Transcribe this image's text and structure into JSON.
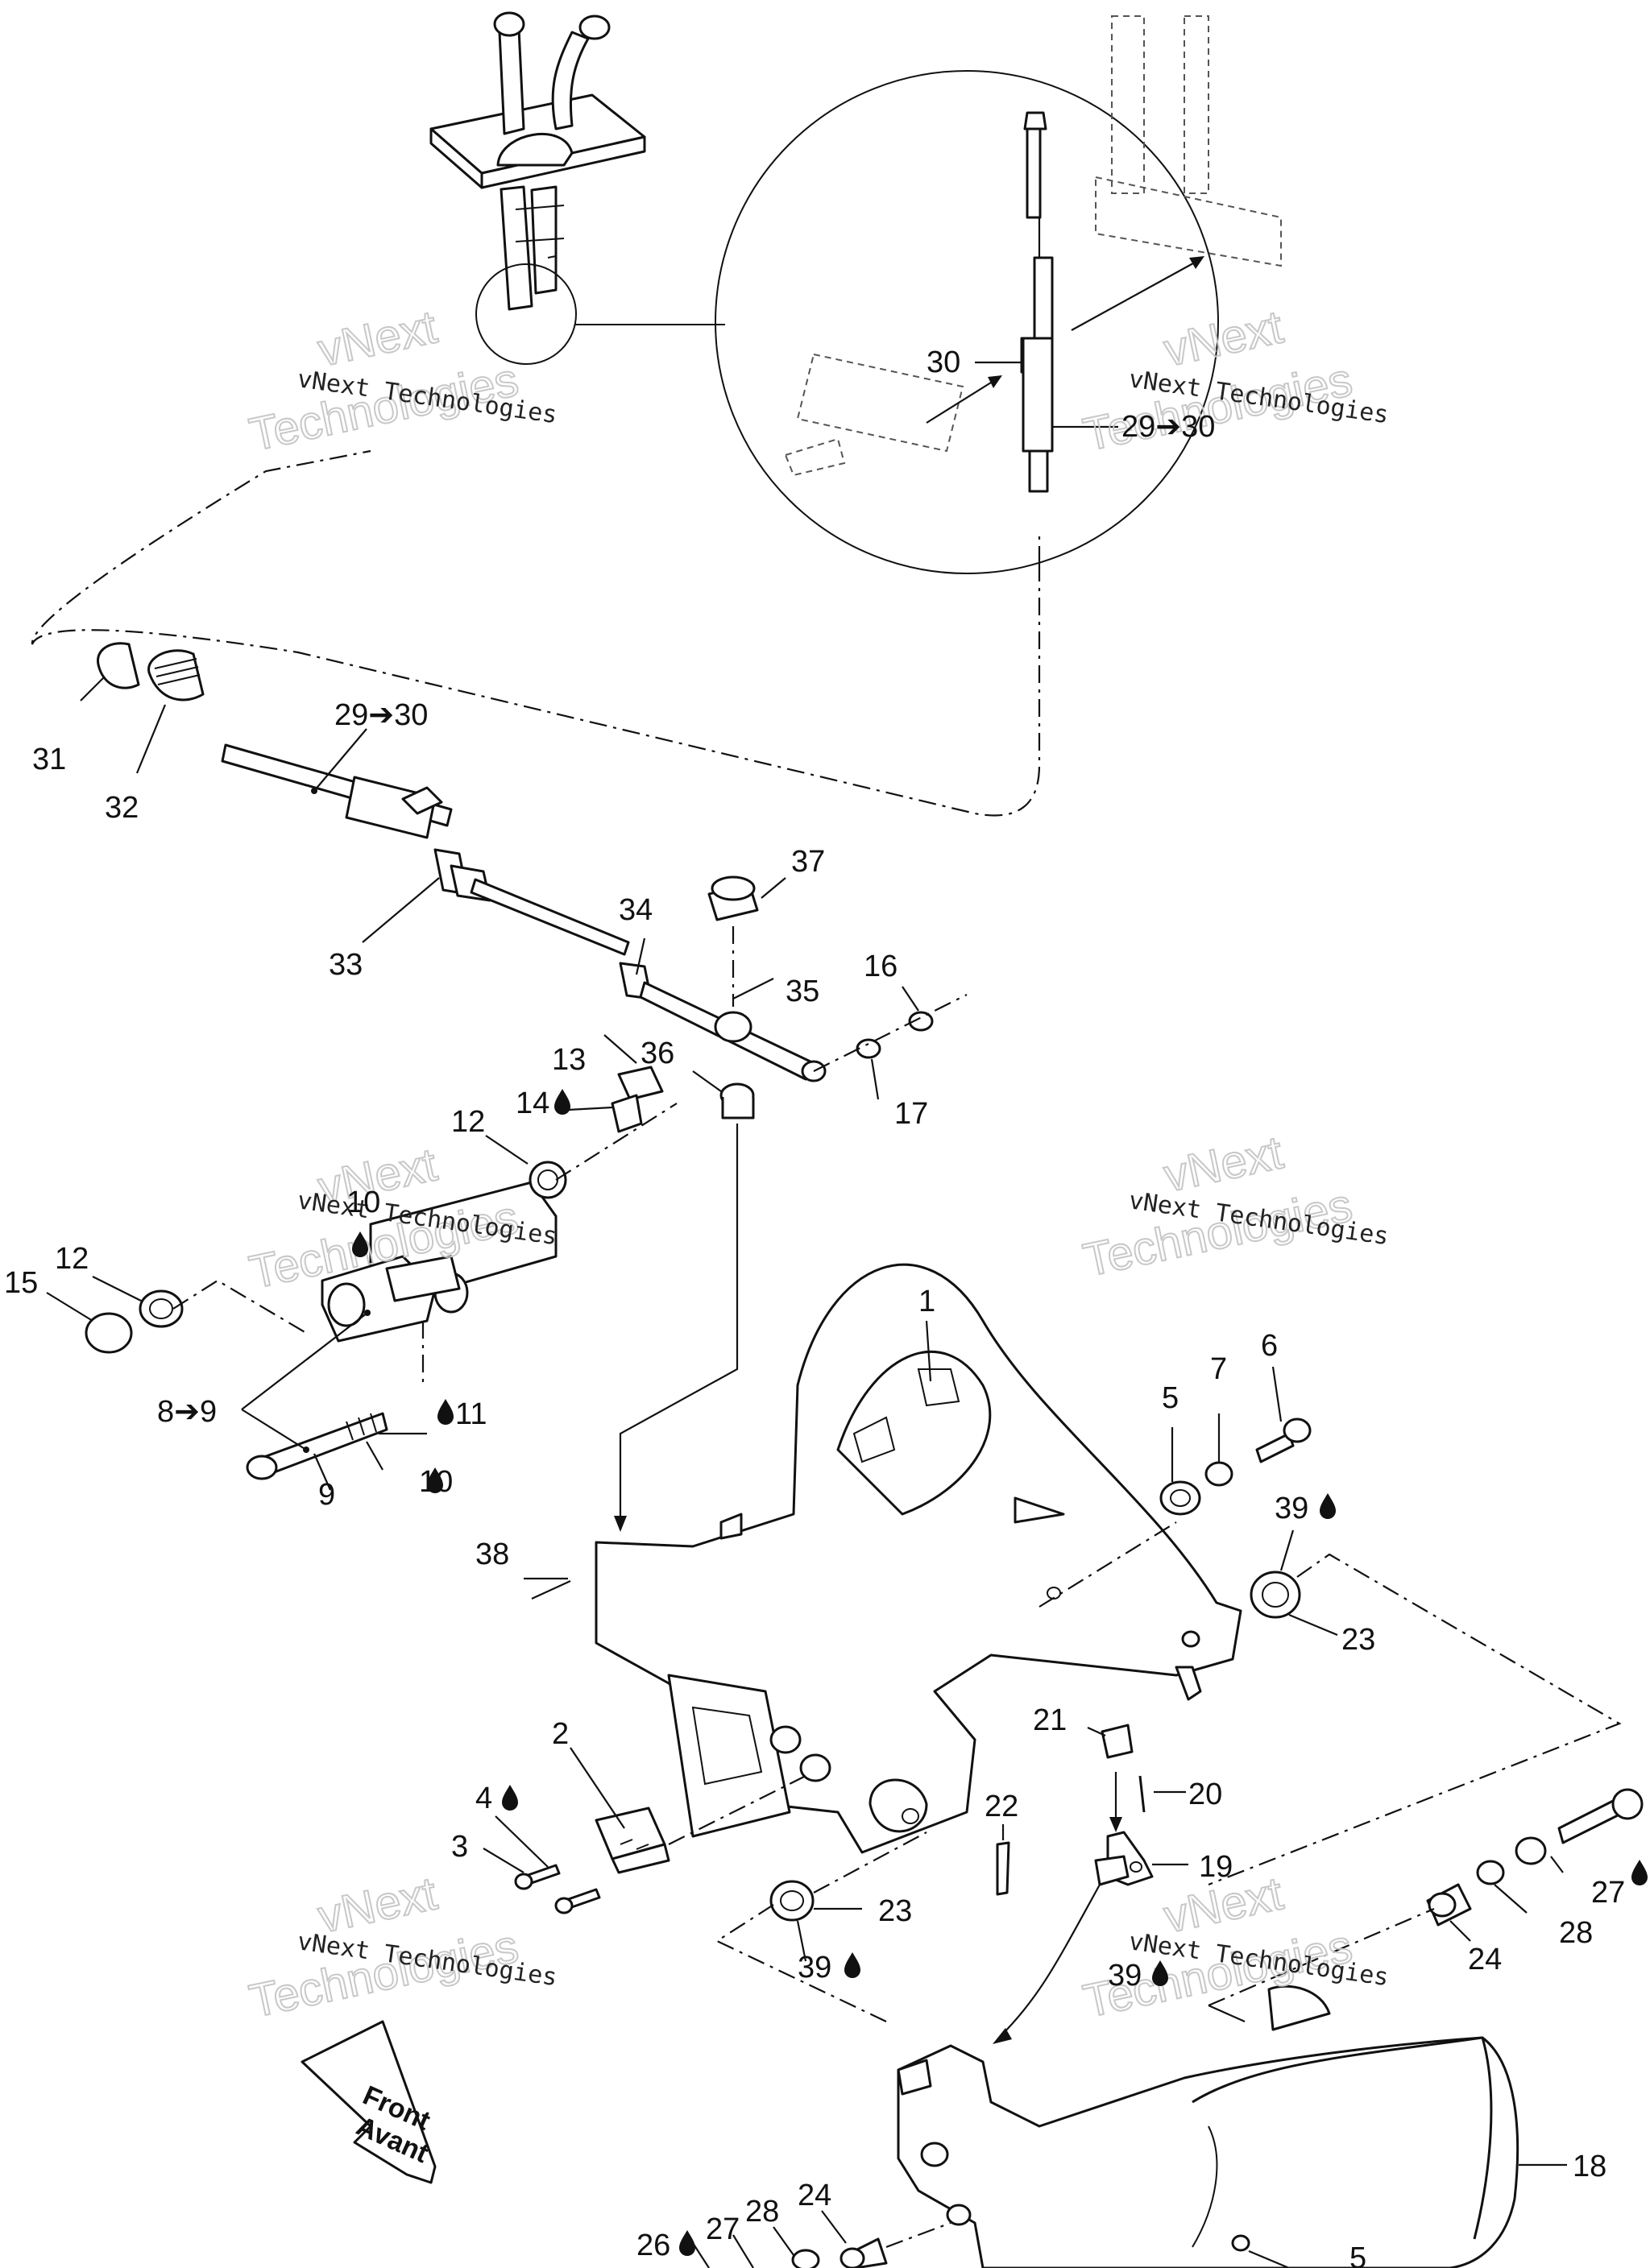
{
  "labels": {
    "l1": "1",
    "l2": "2",
    "l3": "3",
    "l4": "4",
    "l5": "5",
    "l5b": "5",
    "l6": "6",
    "l7": "7",
    "l8": "8➔9",
    "l9": "9",
    "l10a": "10",
    "l10b": "10",
    "l11": "11",
    "l12a": "12",
    "l12b": "12",
    "l13": "13",
    "l14": "14",
    "l15": "15",
    "l16": "16",
    "l17": "17",
    "l18": "18",
    "l19": "19",
    "l20": "20",
    "l21": "21",
    "l22": "22",
    "l23a": "23",
    "l23b": "23",
    "l24a": "24",
    "l24b": "24",
    "l26": "26",
    "l27a": "27",
    "l27b": "27",
    "l28a": "28",
    "l28b": "28",
    "l29a": "29➔30",
    "l29b": "29➔30",
    "l30": "30",
    "l31": "31",
    "l32": "32",
    "l33": "33",
    "l34": "34",
    "l35": "35",
    "l36": "36",
    "l37": "37",
    "l38": "38",
    "l39a": "39",
    "l39b": "39",
    "l39c": "39"
  },
  "watermark": {
    "line1": "vNext Technologies",
    "line2a": "vNext",
    "line2b": "Technologies"
  },
  "front_sign": {
    "line1": "Front",
    "line2": "Avant"
  },
  "icons": {
    "drop": "lubricant-drop-icon",
    "arrow": "right-arrow-glyph"
  }
}
